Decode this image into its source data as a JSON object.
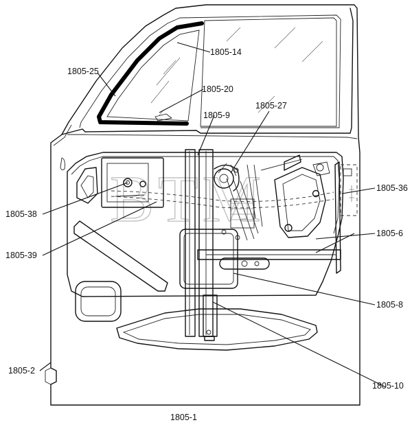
{
  "diagram": {
    "watermark": "BTM",
    "parts": [
      {
        "id": "p1805_14",
        "label": "1805-14"
      },
      {
        "id": "p1805_25",
        "label": "1805-25"
      },
      {
        "id": "p1805_20",
        "label": "1805-20"
      },
      {
        "id": "p1805_9",
        "label": "1805-9"
      },
      {
        "id": "p1805_27",
        "label": "1805-27"
      },
      {
        "id": "p1805_36",
        "label": "1805-36"
      },
      {
        "id": "p1805_6",
        "label": "1805-6"
      },
      {
        "id": "p1805_38",
        "label": "1805-38"
      },
      {
        "id": "p1805_39",
        "label": "1805-39"
      },
      {
        "id": "p1805_8",
        "label": "1805-8"
      },
      {
        "id": "p1805_2",
        "label": "1805-2"
      },
      {
        "id": "p1805_10",
        "label": "1805-10"
      },
      {
        "id": "p1805_1",
        "label": "1805-1"
      }
    ]
  }
}
